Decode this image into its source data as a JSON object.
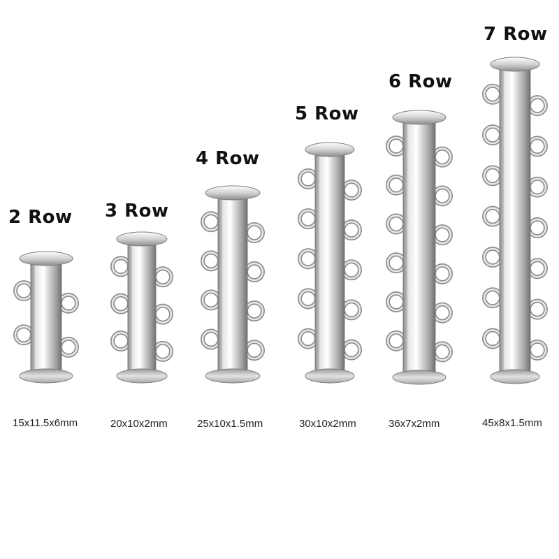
{
  "product": {
    "clasps": [
      {
        "rows": 2,
        "label": "2 Row",
        "size": "15x11.5x6mm"
      },
      {
        "rows": 3,
        "label": "3 Row",
        "size": "20x10x2mm"
      },
      {
        "rows": 4,
        "label": "4 Row",
        "size": "25x10x1.5mm"
      },
      {
        "rows": 5,
        "label": "5 Row",
        "size": "30x10x2mm"
      },
      {
        "rows": 6,
        "label": "6 Row",
        "size": "36x7x2mm"
      },
      {
        "rows": 7,
        "label": "7 Row",
        "size": "45x8x1.5mm"
      }
    ]
  },
  "colors": {
    "background": "#ffffff",
    "metal_light": "#f4f4f4",
    "metal_mid": "#c9c9c9",
    "metal_dark": "#7a7a7a",
    "text": "#111111"
  }
}
